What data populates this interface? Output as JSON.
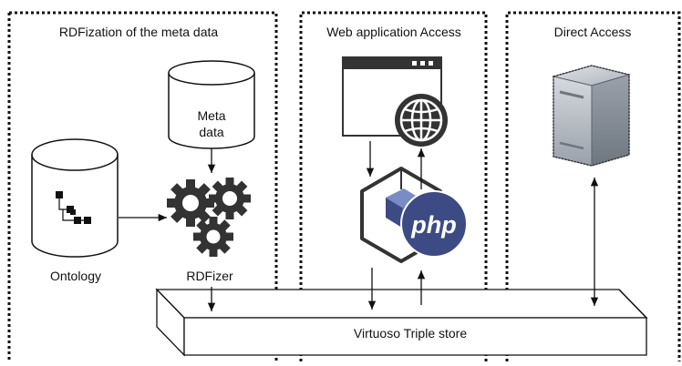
{
  "sections": {
    "rdfization_title": "RDFization of the meta data",
    "web_title": "Web application Access",
    "direct_title": "Direct Access"
  },
  "nodes": {
    "meta_data_line1": "Meta",
    "meta_data_line2": "data",
    "ontology": "Ontology",
    "rdfizer": "RDFizer",
    "triple_store": "Virtuoso Triple store",
    "php_badge": "php"
  },
  "icons": [
    "database-icon",
    "ontology-tree-icon",
    "gears-icon",
    "browser-window-icon",
    "globe-icon",
    "package-icon",
    "php-logo-icon",
    "server-icon"
  ],
  "colors": {
    "border": "#111111",
    "php_blue": "#3d4b84",
    "globe": "#333333",
    "server_light": "#c8ccd3",
    "server_dark": "#8a929c"
  }
}
